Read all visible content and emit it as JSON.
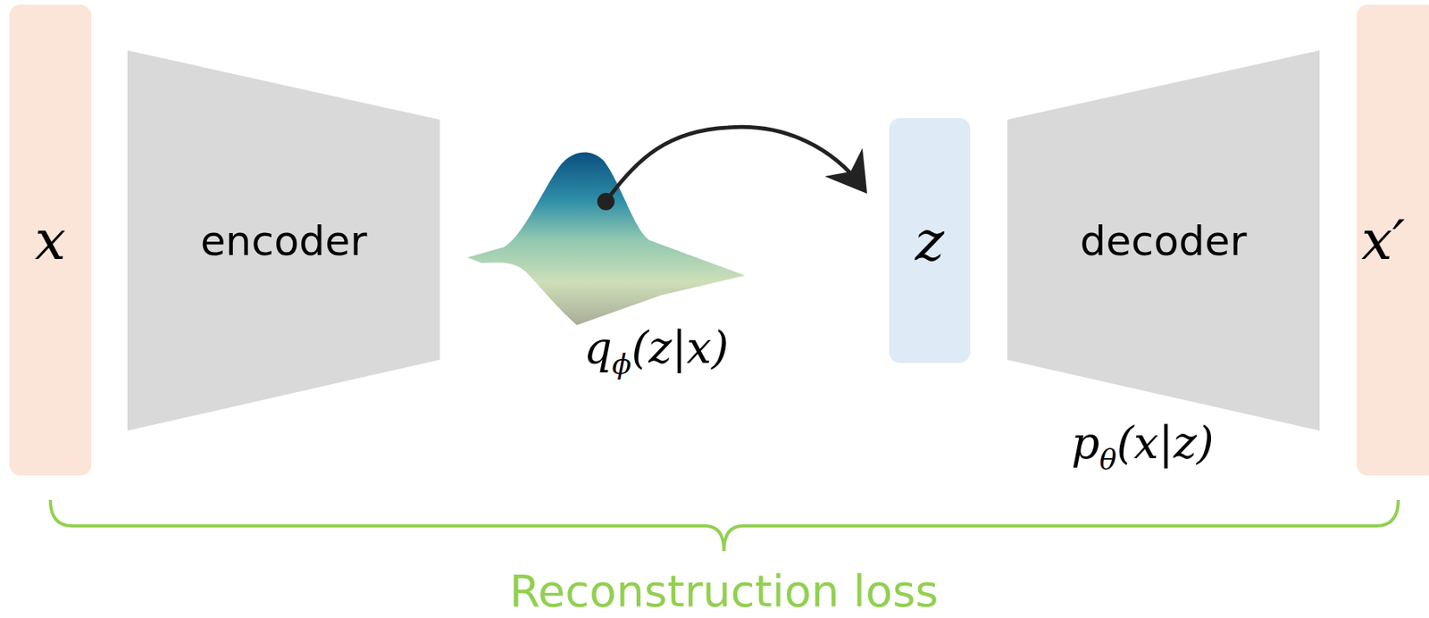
{
  "diagram": {
    "nodes": [
      {
        "text": [
          "x"
        ]
      },
      {
        "text": [
          "encoder"
        ]
      },
      {
        "text": [
          "z"
        ]
      },
      {
        "text": [
          "decoder"
        ]
      },
      {
        "text": [
          "x′"
        ]
      }
    ],
    "labels": [
      "qϕ(z|x)",
      "pθ(x|z)",
      "Reconstruction loss"
    ]
  }
}
